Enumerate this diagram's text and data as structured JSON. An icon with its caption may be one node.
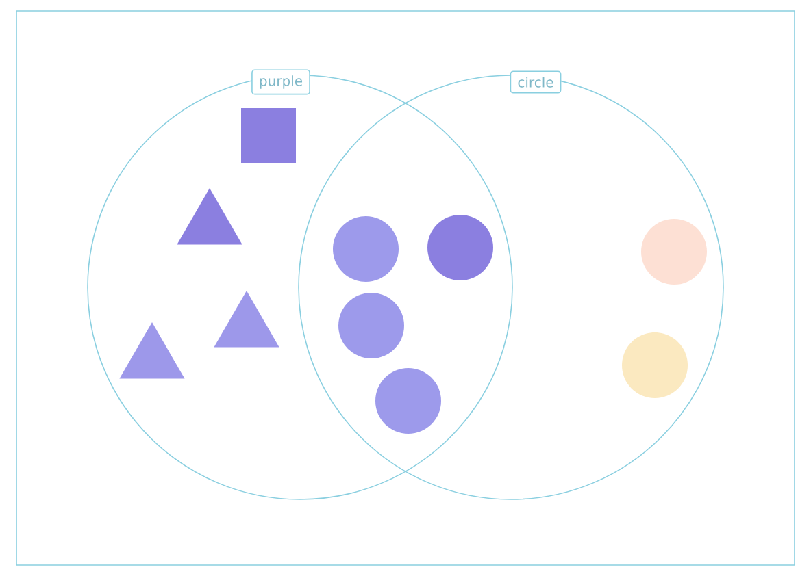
{
  "diagram": {
    "nodes": [
      {
        "text": [
          "purple"
        ]
      },
      {
        "text": [
          "circle"
        ]
      },
      {
        "text": [],
        "shape": "box",
        "in": 0
      },
      {
        "text": [],
        "shape": "triangle",
        "in": 0
      },
      {
        "text": [],
        "shape": "triangle",
        "in": 0
      },
      {
        "text": [],
        "shape": "triangle",
        "in": 0
      },
      {
        "text": [],
        "shape": "circle"
      },
      {
        "text": [],
        "shape": "circle"
      },
      {
        "text": [],
        "shape": "circle"
      },
      {
        "text": [],
        "shape": "circle"
      },
      {
        "text": [],
        "shape": "circle",
        "in": 1
      },
      {
        "text": [],
        "shape": "circle",
        "in": 1
      }
    ]
  }
}
